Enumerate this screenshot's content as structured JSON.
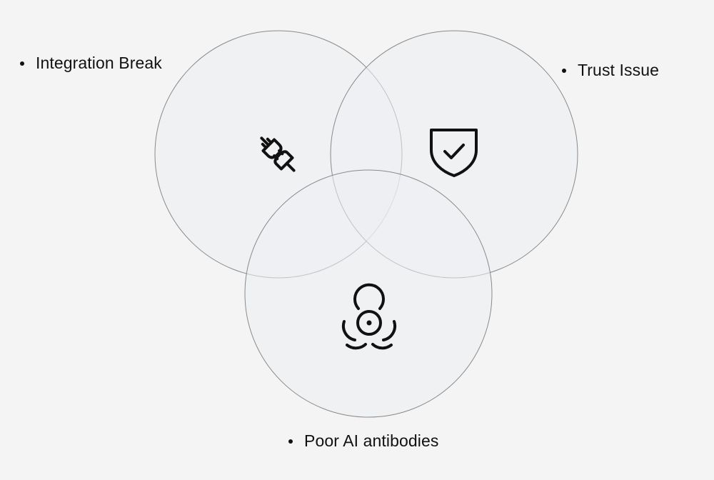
{
  "diagram": {
    "sets": [
      {
        "id": "integration",
        "label": "Integration Break",
        "icon": "plug-icon"
      },
      {
        "id": "trust",
        "label": "Trust Issue",
        "icon": "shield-check-icon"
      },
      {
        "id": "poor",
        "label": "Poor AI antibodies",
        "icon": "biohazard-icon"
      }
    ],
    "colors": {
      "background": "#f4f4f4",
      "circle_fill": "#eceef2",
      "circle_stroke": "#8a8a8a",
      "icon": "#111111",
      "text": "#111111"
    }
  }
}
